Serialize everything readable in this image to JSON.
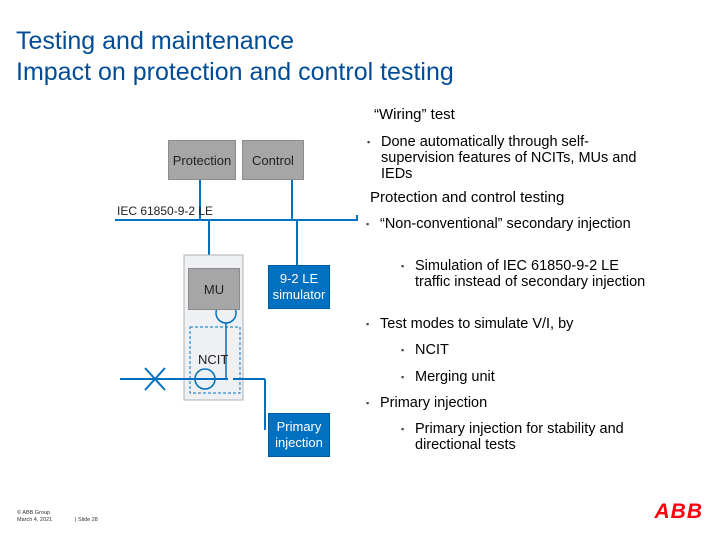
{
  "header": {
    "title_line1": "Testing and maintenance",
    "title_line2": "Impact on protection and control testing"
  },
  "diagram": {
    "protection_label": "Protection",
    "control_label": "Control",
    "bus_label": "IEC 61850-9-2 LE",
    "mu_label": "MU",
    "simulator_line1": "9-2 LE",
    "simulator_line2": "simulator",
    "ncit_label": "NCIT",
    "primary_line1": "Primary",
    "primary_line2": "injection"
  },
  "content": {
    "wiring_heading": "“Wiring” test",
    "wiring_bullet": "Done automatically through self-supervision features of NCITs, MUs and IEDs",
    "pc_heading": "Protection and control testing",
    "b1": "“Non-conventional” secondary injection",
    "b1_sub": "Simulation of IEC 61850-9-2 LE traffic instead of secondary injection",
    "b2": "Test modes to simulate V/I, by",
    "b2_sub1": "NCIT",
    "b2_sub2": "Merging unit",
    "b3": "Primary injection",
    "b3_sub": "Primary injection for stability and directional tests"
  },
  "footer": {
    "copyright": "© ABB Group",
    "date": "March 4, 2021",
    "slide": "| Slide 28",
    "logo": "ABB"
  },
  "colors": {
    "title": "#004C97",
    "accent_box": "#0070c0",
    "grey_box": "#a6a6a6",
    "logo": "#FF000F"
  }
}
